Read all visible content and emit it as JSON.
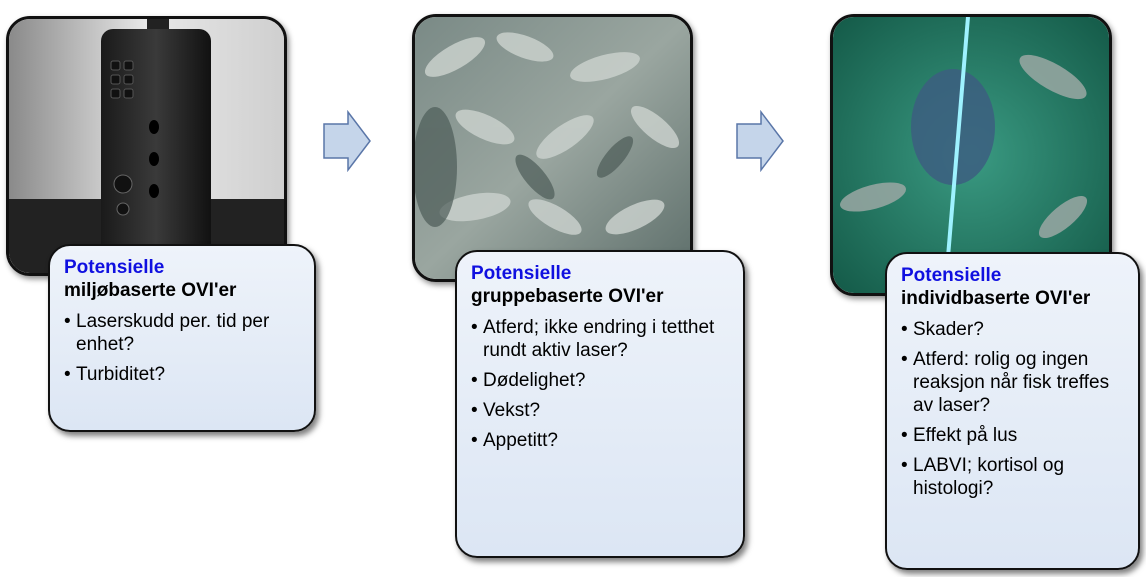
{
  "stages": [
    {
      "heading": "Potensielle",
      "subheading": "miljøbaserte OVI'er",
      "items": [
        "Laserskudd per. tid per enhet?",
        "Turbiditet?"
      ]
    },
    {
      "heading": "Potensielle",
      "subheading": "gruppebaserte OVI'er",
      "items": [
        "Atferd; ikke endring i tetthet rundt aktiv laser?",
        "Dødelighet?",
        "Vekst?",
        "Appetitt?"
      ]
    },
    {
      "heading": "Potensielle",
      "subheading": "individbaserte OVI'er",
      "items": [
        "Skader?",
        "Atferd: rolig og ingen reaksjon når fisk treffes av laser?",
        "Effekt på lus",
        "LABVI; kortisol og histologi?"
      ]
    }
  ],
  "colors": {
    "heading": "#1010e0",
    "card_fill": "#dce6f4",
    "arrow_fill": "#c5d5ea",
    "arrow_stroke": "#5a76a8"
  },
  "arrow_icon": "right-block-arrow-icon"
}
